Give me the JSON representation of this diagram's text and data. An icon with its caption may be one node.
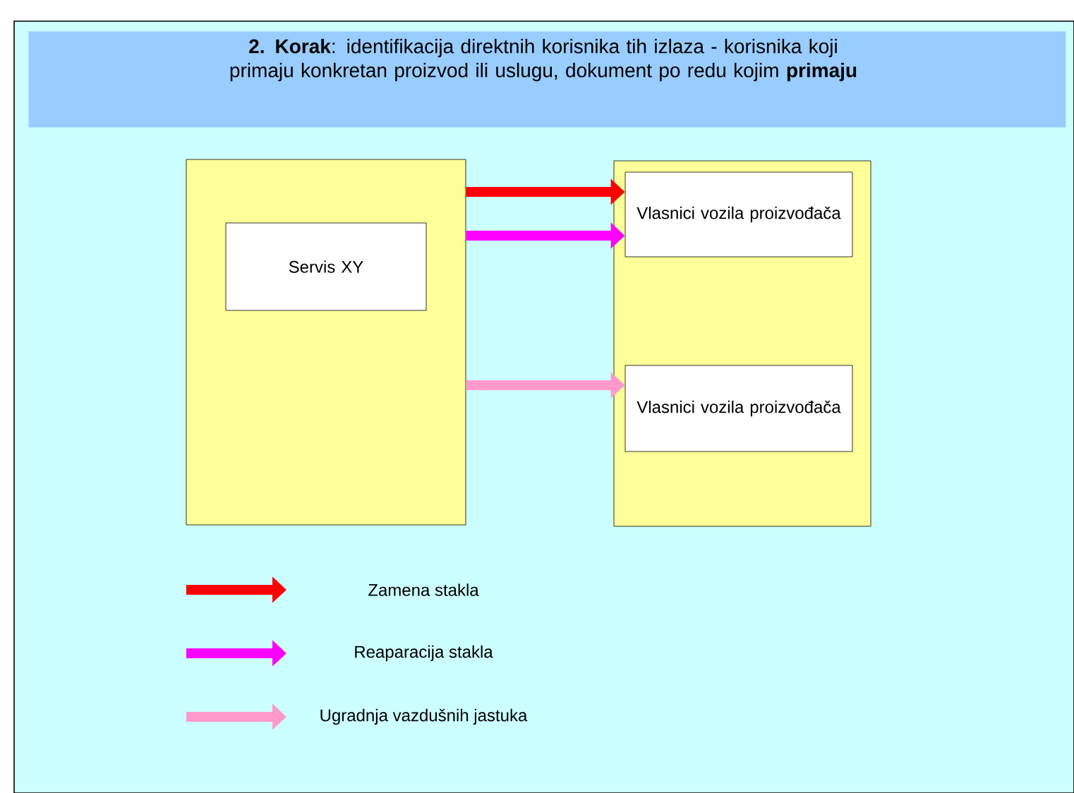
{
  "diagram": {
    "title": "**2. Korak**: identifikacija direktnih korisnika tih izlaza - korisnika koji primaju konkretan proizvod ili uslugu, dokument po redu kojim **primaju**",
    "nodes": [
      {
        "text": [],
        "shape": "box"
      },
      {
        "text": [
          "Servis XY"
        ],
        "in": 0
      },
      {
        "text": [],
        "shape": "box"
      },
      {
        "text": [
          "Vlasnici vozila proizvođača"
        ],
        "in": 2
      },
      {
        "text": [
          "Vlasnici vozila proizvođača"
        ],
        "in": 2
      }
    ],
    "edges": [
      {
        "from": 0,
        "to": 3,
        "arrow": "to",
        "color": "#ff0000"
      },
      {
        "from": 0,
        "to": 3,
        "arrow": "to",
        "color": "#ff00ff"
      },
      {
        "from": 0,
        "to": 4,
        "arrow": "to",
        "color": "#ff99cc"
      }
    ],
    "legend": [
      {
        "text": "Zamena stakla",
        "color": "#ff0000"
      },
      {
        "text": "Reaparacija stakla",
        "color": "#ff00ff"
      },
      {
        "text": "Ugradnja vazdušnih jastuka",
        "color": "#ff99cc"
      }
    ]
  }
}
